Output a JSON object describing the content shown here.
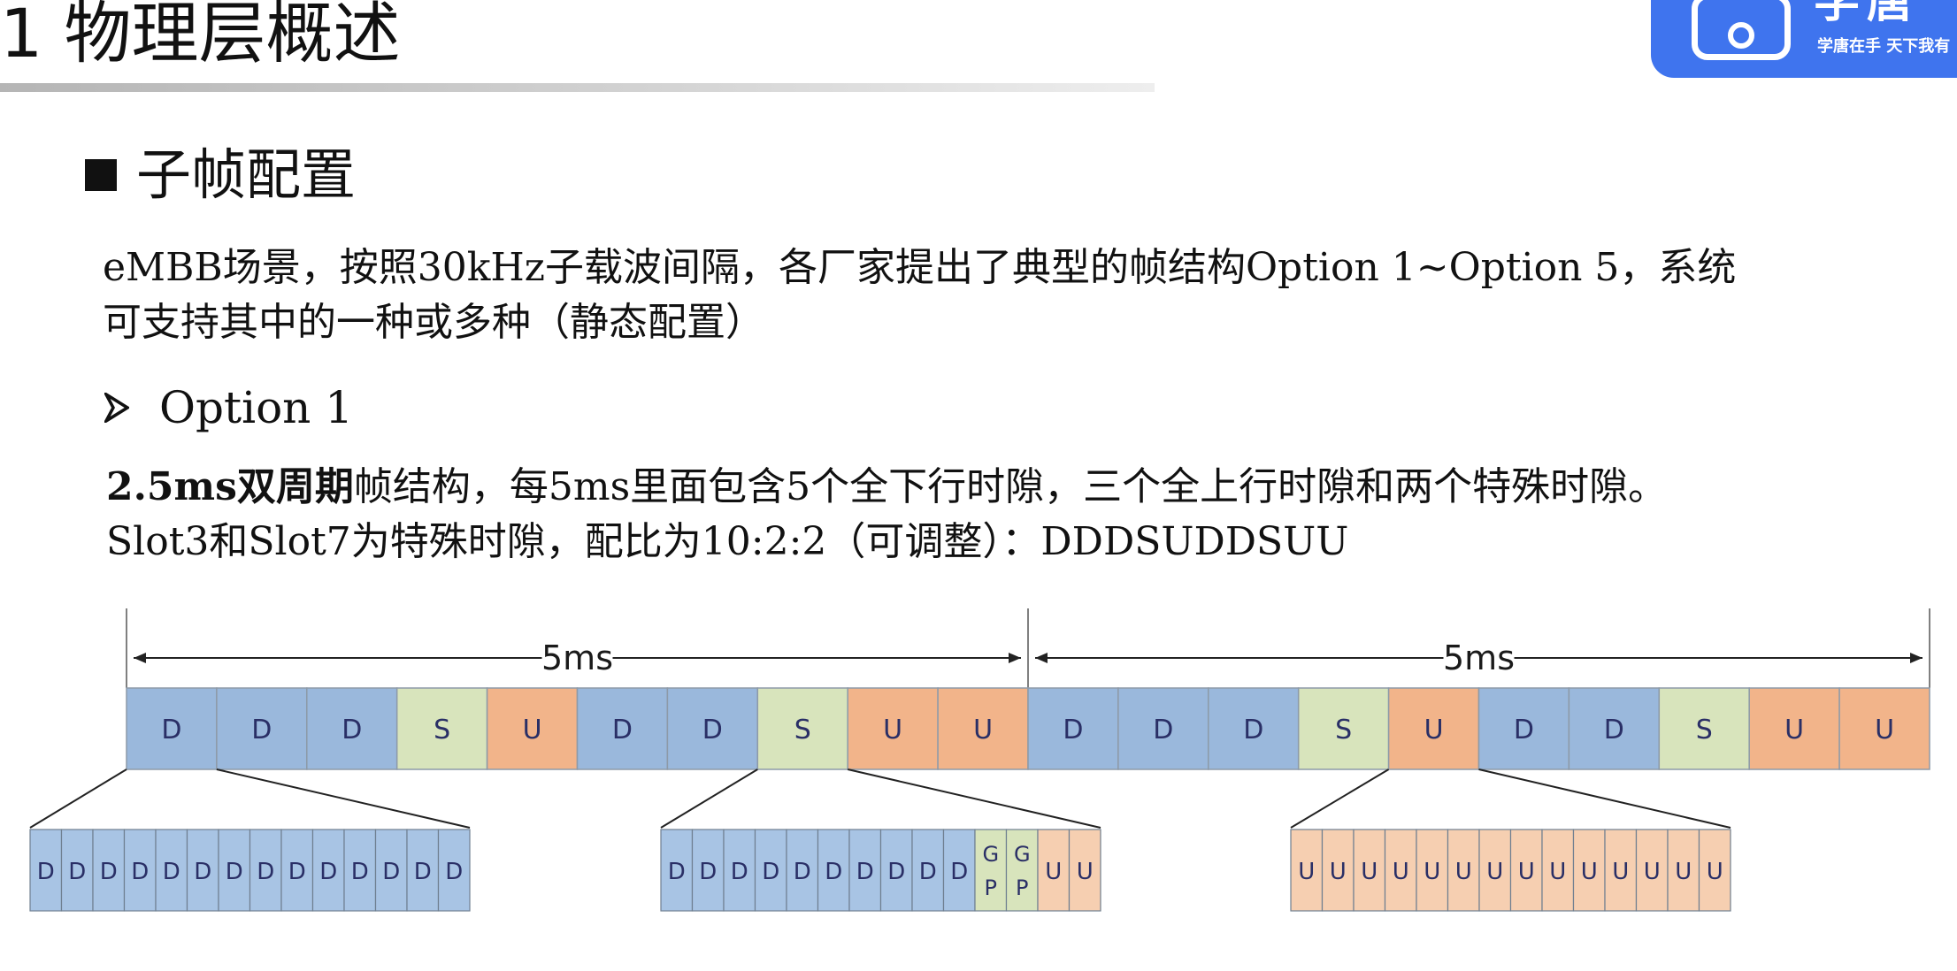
{
  "header": {
    "title": "1 物理层概述",
    "logo_name": "学唐",
    "logo_slogan": "学唐在手 天下我有"
  },
  "section": {
    "heading": "子帧配置",
    "intro_line1": "eMBB场景，按照30kHz子载波间隔，各厂家提出了典型的帧结构Option 1~Option 5，系统",
    "intro_line2": "可支持其中的一种或多种（静态配置）",
    "option_title": "Option 1",
    "desc_bold": "2.5ms双周期",
    "desc_line1_rest": "帧结构，每5ms里面包含5个全下行时隙，三个全上行时隙和两个特殊时隙。",
    "desc_line2": "Slot3和Slot7为特殊时隙，配比为10:2:2（可调整）：DDDSUDDSUU"
  },
  "diagram": {
    "period_labels": [
      "5ms",
      "5ms"
    ],
    "slots": [
      "D",
      "D",
      "D",
      "S",
      "U",
      "D",
      "D",
      "S",
      "U",
      "U",
      "D",
      "D",
      "D",
      "S",
      "U",
      "D",
      "D",
      "S",
      "U",
      "U"
    ],
    "expansions": [
      {
        "source_slot_index": 0,
        "symbols": [
          "D",
          "D",
          "D",
          "D",
          "D",
          "D",
          "D",
          "D",
          "D",
          "D",
          "D",
          "D",
          "D",
          "D"
        ]
      },
      {
        "source_slot_index": 7,
        "symbols": [
          "D",
          "D",
          "D",
          "D",
          "D",
          "D",
          "D",
          "D",
          "D",
          "D",
          "GP",
          "GP",
          "U",
          "U"
        ]
      },
      {
        "source_slot_index": 14,
        "symbols": [
          "U",
          "U",
          "U",
          "U",
          "U",
          "U",
          "U",
          "U",
          "U",
          "U",
          "U",
          "U",
          "U",
          "U"
        ]
      }
    ],
    "colors": {
      "D": "#9ab8dc",
      "S": "#d8e4bc",
      "U": "#f2b48a",
      "GP": "#d8e4bc",
      "D_sym": "#a8c4e4",
      "U_sym": "#f6cfb1",
      "text": "#2a2f66",
      "line": "#222222"
    }
  }
}
